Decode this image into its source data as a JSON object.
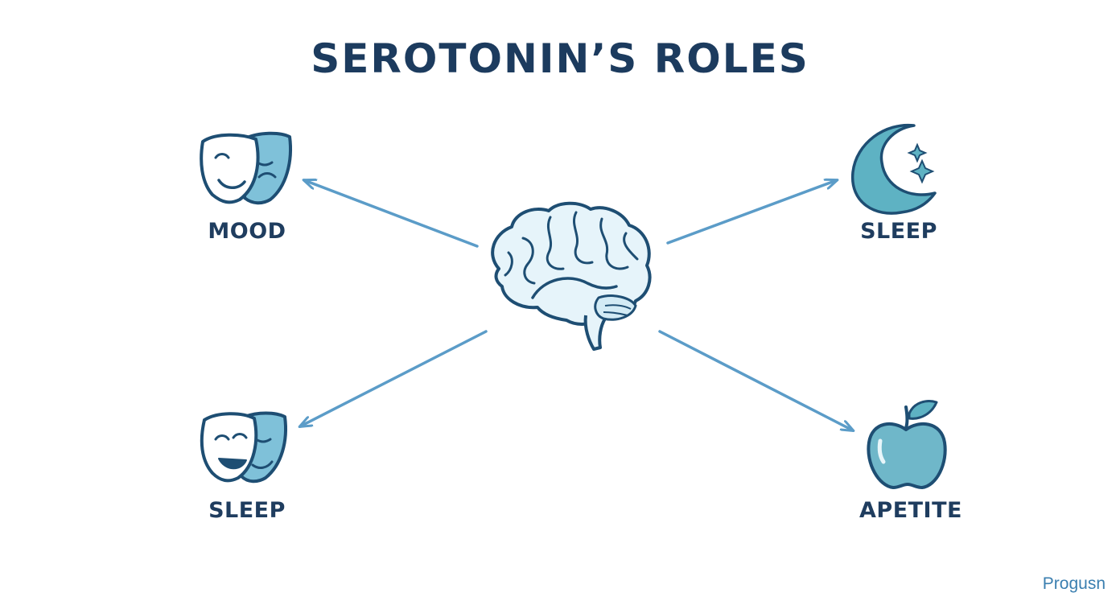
{
  "title": "SEROTONIN’S ROLES",
  "nodes": {
    "top_left": {
      "label": "MOOD",
      "icon": "comedy-tragedy-masks-icon"
    },
    "top_right": {
      "label": "SLEEP",
      "icon": "crescent-moon-stars-icon"
    },
    "bottom_left": {
      "label": "SLEEP",
      "icon": "comedy-tragedy-masks-icon"
    },
    "bottom_right": {
      "label": "APETITE",
      "icon": "apple-icon"
    }
  },
  "center": {
    "icon": "brain-icon"
  },
  "brand": "Progusn",
  "colors": {
    "title": "#1c3b5e",
    "label": "#1f3d5f",
    "arrow": "#5b9cc8",
    "outline": "#1e4e73",
    "icon_fill": "#6fb7c9",
    "brain_fill": "#e6f4fa",
    "brand": "#3b7fb0"
  }
}
